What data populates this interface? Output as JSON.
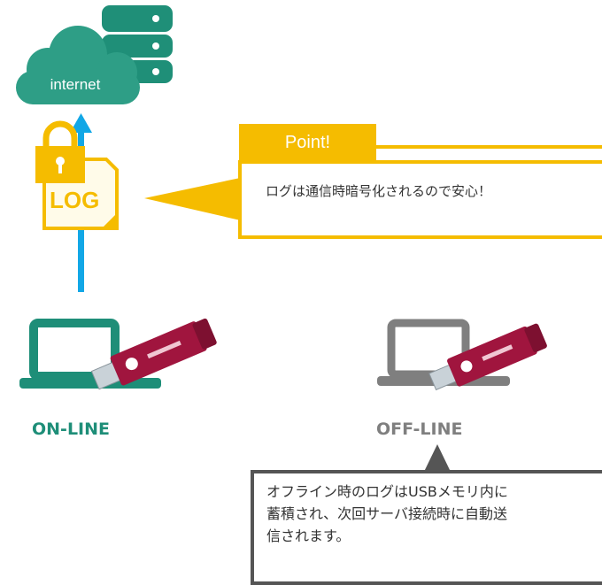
{
  "cloud": {
    "label": "internet"
  },
  "log_icon": {
    "label": "LOG"
  },
  "callout": {
    "title": "Point!",
    "text": "ログは通信時暗号化されるので安心！"
  },
  "modes": {
    "online": "ON-LINE",
    "offline": "OFF-LINE"
  },
  "note": {
    "lines": [
      "オフライン時のログはUSBメモリ内に",
      "蓄積され、次回サーバ接続時に自動送",
      "信されます。"
    ]
  },
  "colors": {
    "cloud": "#2e9e86",
    "online": "#1e8e78",
    "offline": "#7f7f7f",
    "accent": "#f5bc00",
    "arrow": "#12a7e6",
    "usb": "#a0153e"
  }
}
